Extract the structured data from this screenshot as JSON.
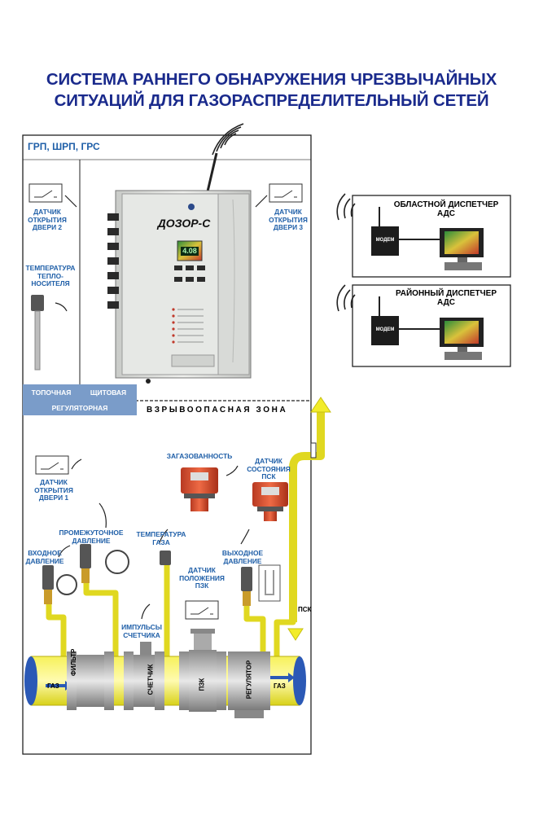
{
  "title_line1": "СИСТЕМА РАННЕГО ОБНАРУЖЕНИЯ ЧРЕЗВЫЧАЙНЫХ",
  "title_line2": "СИТУАЦИЙ ДЛЯ ГАЗОРАСПРЕДЕЛИТЕЛЬНЫЙ СЕТЕЙ",
  "section_header": "ГРП, ШРП, ГРС",
  "rooms": {
    "firebox": "ТОПОЧНАЯ",
    "panel": "ЩИТОВАЯ",
    "regulator": "РЕГУЛЯТОРНАЯ"
  },
  "zone_label": "ВЗРЫВООПАСНАЯ ЗОНА",
  "device": {
    "brand": "ДОЗОР-С",
    "display_value": "4.08"
  },
  "sensors": {
    "door2": [
      "ДАТЧИК",
      "ОТКРЫТИЯ",
      "ДВЕРИ 2"
    ],
    "door3": [
      "ДАТЧИК",
      "ОТКРЫТИЯ",
      "ДВЕРИ 3"
    ],
    "coolant_temp": [
      "ТЕМПЕРАТУРА",
      "ТЕПЛО-",
      "НОСИТЕЛЯ"
    ],
    "door1": [
      "ДАТЧИК",
      "ОТКРЫТИЯ",
      "ДВЕРИ 1"
    ],
    "gas_level": [
      "ЗАГАЗОВАННОСТЬ"
    ],
    "psk_state": [
      "ДАТЧИК",
      "СОСТОЯНИЯ",
      "ПСК"
    ],
    "inlet_pressure": [
      "ВХОДНОЕ",
      "ДАВЛЕНИЕ"
    ],
    "mid_pressure": [
      "ПРОМЕЖУТОЧНОЕ",
      "ДАВЛЕНИЕ"
    ],
    "gas_temp": [
      "ТЕМПЕРАТУРА",
      "ГАЗА"
    ],
    "outlet_pressure": [
      "ВЫХОДНОЕ",
      "ДАВЛЕНИЕ"
    ],
    "pzk_position": [
      "ДАТЧИК",
      "ПОЛОЖЕНИЯ",
      "ПЗК"
    ],
    "meter_pulses": [
      "ИМПУЛЬСЫ",
      "СЧЕТЧИКА"
    ]
  },
  "pipeline": {
    "gas_in": "ГАЗ",
    "gas_out": "ГАЗ",
    "filter": "ФИЛЬТР",
    "meter": "СЧЕТЧИК",
    "pzk": "ПЗК",
    "regulator": "РЕГУЛЯТОР",
    "psk": "ПСК"
  },
  "dispatchers": {
    "regional": [
      "ОБЛАСТНОЙ ДИСПЕТЧЕР",
      "АДС"
    ],
    "district": [
      "РАЙОННЫЙ ДИСПЕТЧЕР",
      "АДС"
    ],
    "modem_label": "МОДЕМ"
  },
  "colors": {
    "title": "#1a2a8c",
    "label": "#1f5fa8",
    "pipe": "#f2ec2a",
    "room_bar": "#7a9cc9"
  }
}
